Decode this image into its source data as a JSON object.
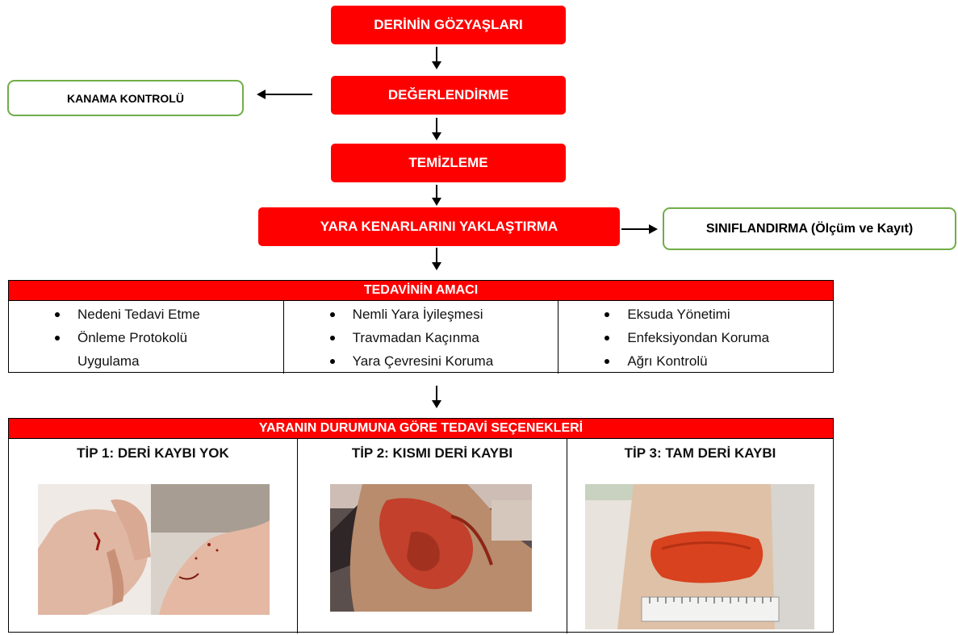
{
  "flow": {
    "step1": "DERİNİN GÖZYAŞLARI",
    "step2": "DEĞERLENDİRME",
    "step3": "TEMİZLEME",
    "step4": "YARA KENARLARINI YAKLAŞTIRMA",
    "side_left": "KANAMA KONTROLÜ",
    "side_right": "SINIFLANDIRMA (Ölçüm ve Kayıt)"
  },
  "goals": {
    "header": "TEDAVİNİN AMACI",
    "columns": [
      [
        "Nedeni Tedavi Etme",
        "Önleme Protokolü Uygulama"
      ],
      [
        "Nemli Yara İyileşmesi",
        "Travmadan Kaçınma",
        "Yara Çevresini Koruma"
      ],
      [
        "Eksuda Yönetimi",
        "Enfeksiyondan Koruma",
        "Ağrı Kontrolü"
      ]
    ]
  },
  "options": {
    "header": "YARANIN DURUMUNA GÖRE TEDAVİ SEÇENEKLERİ",
    "types": [
      {
        "title": "TİP 1: DERİ KAYBI YOK"
      },
      {
        "title": "TİP 2: KISMI DERİ KAYBI"
      },
      {
        "title": "TİP 3: TAM DERİ KAYBI"
      }
    ]
  },
  "colors": {
    "box_red": "#ff0000",
    "box_green_border": "#70ad47"
  }
}
